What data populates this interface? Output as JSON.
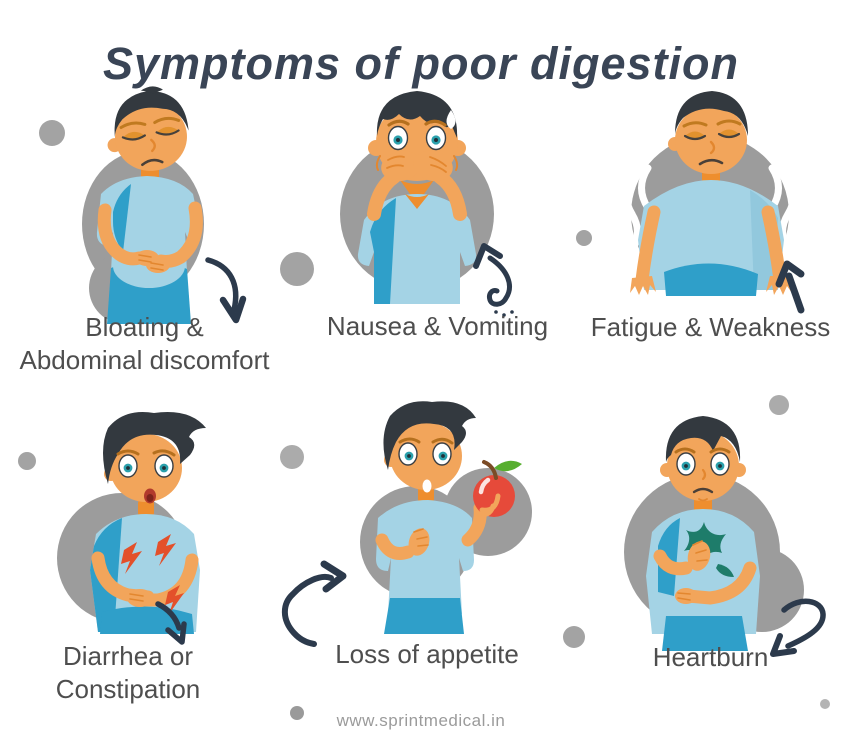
{
  "title": "Symptoms of poor digestion",
  "symptoms": [
    {
      "icon": "bloating-figure",
      "arrow": "curved-arrow-down",
      "lines": [
        "Bloating &",
        "Abdominal discomfort"
      ]
    },
    {
      "icon": "nausea-figure",
      "arrow": "curved-arrow-up-left",
      "lines": [
        "Nausea & Vomiting"
      ]
    },
    {
      "icon": "fatigue-figure",
      "arrow": "straight-arrow-up",
      "lines": [
        "Fatigue & Weakness"
      ]
    },
    {
      "icon": "diarrhea-figure",
      "arrow": "small-arrow-down-right",
      "lines": [
        "Diarrhea or",
        "Constipation"
      ]
    },
    {
      "icon": "loss-of-appetite-figure",
      "arrow": "curved-arrow-right",
      "lines": [
        "Loss of appetite"
      ]
    },
    {
      "icon": "heartburn-figure",
      "arrow": "curved-arrow-down-left",
      "lines": [
        "Heartburn"
      ]
    }
  ],
  "footer": {
    "website": "www.sprintmedical.in"
  },
  "decor": {
    "dot_count": 9
  },
  "colors": {
    "title_text": "#3a4556",
    "label_text": "#4e4e4e",
    "footer_text": "#9b9b9b",
    "backdrop_gray": "#9c9c9c",
    "skin": "#f2a55b",
    "skin_shadow": "#e3872f",
    "hair": "#33393f",
    "shirt_light": "#a4d3e5",
    "shirt_dark": "#2f9fc9",
    "collar_orange": "#ee8e2e",
    "eye_teal": "#2aa0ac",
    "arrow": "#2c3a4c",
    "pain_bolt": "#e3502a",
    "apple_red": "#e64a3a",
    "apple_leaf": "#57ae2f",
    "heartburn_teal": "#1e7c6a"
  }
}
